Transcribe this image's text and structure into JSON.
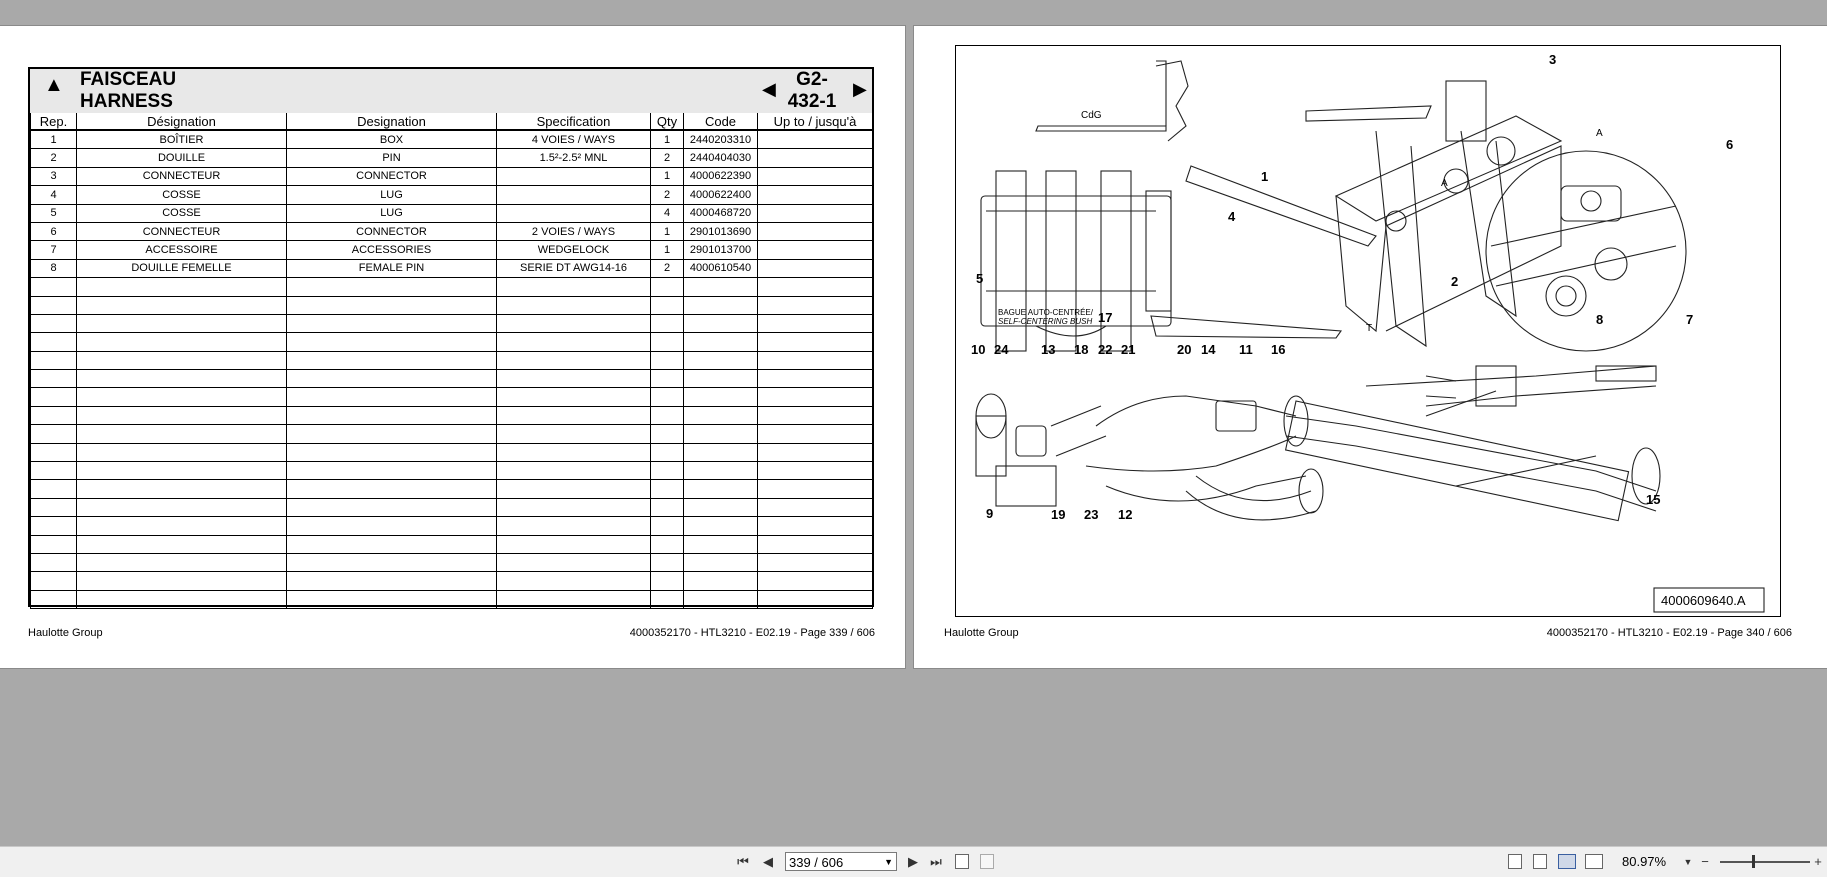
{
  "left_page": {
    "header": {
      "title_line1": "FAISCEAU",
      "title_line2": "HARNESS",
      "page_ref_line1": "G2-",
      "page_ref_line2": "432-1",
      "nav_prev": "◀",
      "nav_next": "▶",
      "up_arrow": "▲"
    },
    "columns": [
      "Rep.",
      "Désignation",
      "Designation",
      "Specification",
      "Qty",
      "Code",
      "Up to / jusqu'à"
    ],
    "rows": [
      [
        "1",
        "BOÎTIER",
        "BOX",
        "4 VOIES / WAYS",
        "1",
        "2440203310",
        ""
      ],
      [
        "2",
        "DOUILLE",
        "PIN",
        "1.5²-2.5² MNL",
        "2",
        "2440404030",
        ""
      ],
      [
        "3",
        "CONNECTEUR",
        "CONNECTOR",
        "",
        "1",
        "4000622390",
        ""
      ],
      [
        "4",
        "COSSE",
        "LUG",
        "",
        "2",
        "4000622400",
        ""
      ],
      [
        "5",
        "COSSE",
        "LUG",
        "",
        "4",
        "4000468720",
        ""
      ],
      [
        "6",
        "CONNECTEUR",
        "CONNECTOR",
        "2 VOIES / WAYS",
        "1",
        "2901013690",
        ""
      ],
      [
        "7",
        "ACCESSOIRE",
        "ACCESSORIES",
        "WEDGELOCK",
        "1",
        "2901013700",
        ""
      ],
      [
        "8",
        "DOUILLE FEMELLE",
        "FEMALE PIN",
        "SERIE DT AWG14-16",
        "2",
        "4000610540",
        ""
      ]
    ],
    "footer_left": "Haulotte Group",
    "footer_right": "4000352170 - HTL3210 - E02.19 - Page 339 / 606"
  },
  "right_page": {
    "diagram": {
      "callouts": [
        "1",
        "2",
        "3",
        "4",
        "5",
        "6",
        "7",
        "8",
        "9",
        "10",
        "11",
        "12",
        "13",
        "14",
        "15",
        "16",
        "17",
        "18",
        "19",
        "20",
        "21",
        "22",
        "23",
        "24"
      ],
      "label_cdg": "CdG",
      "label_a": "A",
      "label_t": "T",
      "bush_label_fr": "BAGUE AUTO-CENTRÉE/",
      "bush_label_en": "SELF-CENTERING BUSH",
      "drawing_ref": "4000609640.A"
    },
    "footer_left": "Haulotte Group",
    "footer_right": "4000352170 - HTL3210 - E02.19 - Page 340 / 606"
  },
  "toolbar": {
    "first_page": "⏮",
    "prev_page": "◀",
    "page_value": "339 / 606",
    "next_page": "▶",
    "last_page": "⏭",
    "zoom_value": "80.97%",
    "zoom_out": "−",
    "zoom_in": "+",
    "dropdown_arrow": "▼"
  }
}
